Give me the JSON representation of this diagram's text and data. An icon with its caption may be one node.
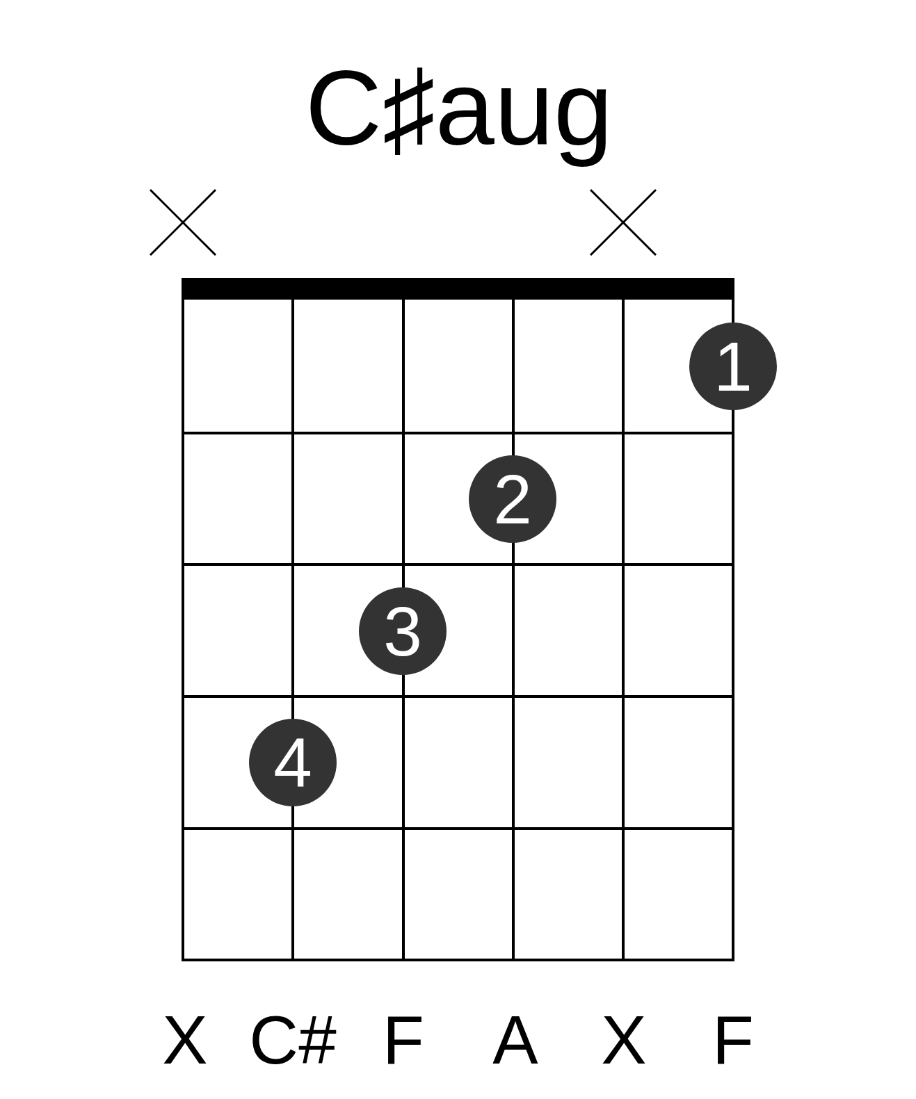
{
  "diagram": {
    "title": "C♯aug",
    "nodes": [
      {
        "text": [
          "1"
        ]
      },
      {
        "text": [
          "2"
        ]
      },
      {
        "text": [
          "3"
        ]
      },
      {
        "text": [
          "4"
        ]
      }
    ],
    "labels": [
      "X",
      "C#",
      "F",
      "A",
      "X",
      "F"
    ]
  }
}
